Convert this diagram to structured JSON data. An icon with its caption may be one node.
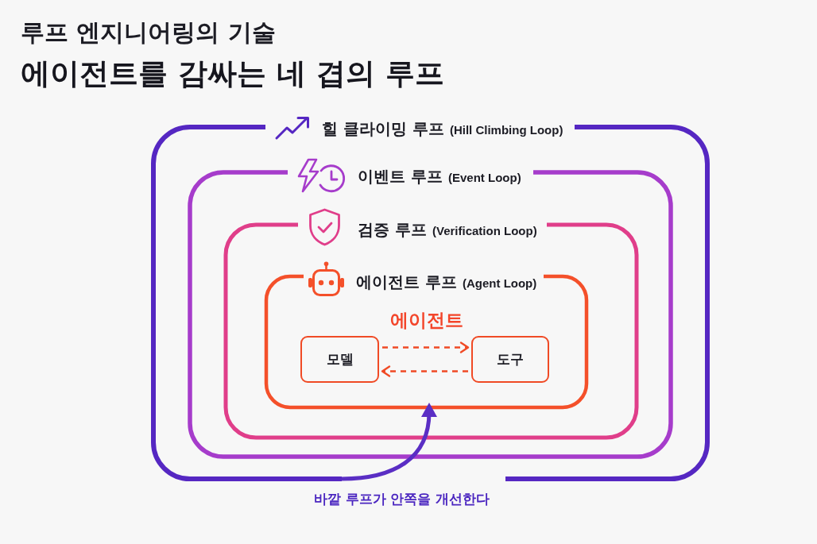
{
  "diagram": {
    "title": "에이전트를 감싸는 네 겹의 루프",
    "nodes": [
      {
        "text": [
          "힐 클라이밍 루프",
          "(Hill Climbing Loop)"
        ]
      },
      {
        "text": [
          "이벤트 루프",
          "(Event Loop)"
        ],
        "in": 0
      },
      {
        "text": [
          "검증 루프",
          "(Verification Loop)"
        ],
        "in": 1
      },
      {
        "text": [
          "에이전트 루프",
          "(Agent Loop)",
          "에이전트"
        ],
        "in": 2
      },
      {
        "text": [
          "모델"
        ],
        "in": 3
      },
      {
        "text": [
          "도구"
        ],
        "in": 3
      }
    ],
    "edges": [
      {
        "from": 4,
        "to": 5,
        "arrow": "to",
        "style": "dashed"
      },
      {
        "from": 5,
        "to": 4,
        "arrow": "to",
        "style": "dashed"
      },
      {
        "from": 0,
        "to": 3,
        "arrow": "to",
        "style": "thick",
        "color": "#5a2ec4"
      }
    ],
    "labels": [
      "루프 엔지니어링의 기술",
      "바깥 루프가 안쪽을 개선한다"
    ]
  }
}
